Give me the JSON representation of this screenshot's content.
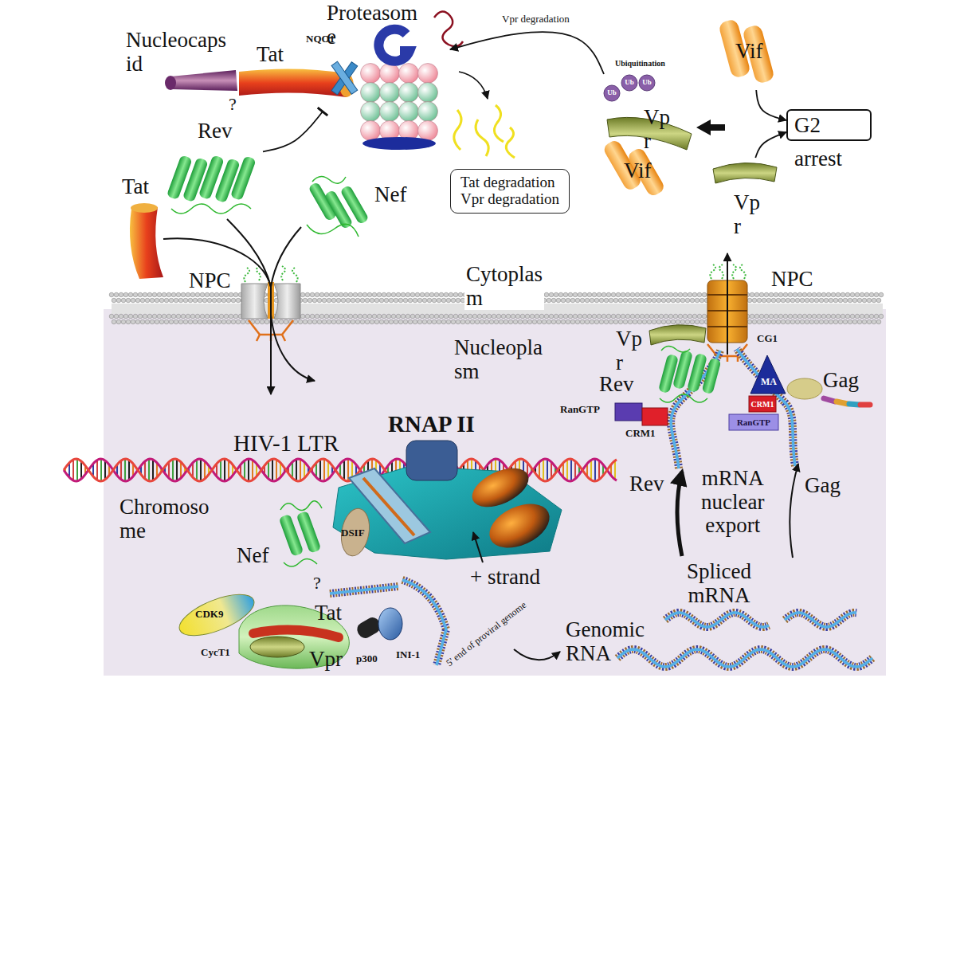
{
  "diagram": {
    "nodes": [
      {
        "text": [
          "Proteasom e"
        ]
      },
      {
        "text": [
          "Rev"
        ]
      },
      {
        "text": [
          "Tat degradation",
          "Vpr degradation"
        ]
      },
      {
        "text": [
          "Vp r",
          "Vif"
        ]
      },
      {
        "text": [
          "Vif"
        ]
      },
      {
        "text": [
          "G2",
          "arrest"
        ]
      },
      {
        "text": [
          "Vp r"
        ]
      }
    ],
    "edges": [
      {
        "from": 3,
        "to": 0,
        "label": "Vpr degradation",
        "arrow": "to"
      },
      {
        "from": 1,
        "to": 0,
        "arrow": "to"
      },
      {
        "from": 4,
        "to": 5,
        "arrow": "to"
      },
      {
        "from": 6,
        "to": 5,
        "arrow": "to"
      }
    ],
    "labels": [
      "Nucleocaps id",
      "?",
      "Tat",
      "NQO1",
      "Tat",
      "Nef",
      "Ubiquitination",
      "Ub",
      "Ub",
      "Ub",
      "NPC",
      "Cytoplas m",
      "NPC",
      "Nucleopla sm",
      "CG1",
      "Vp r",
      "Rev",
      "MA",
      "Gag",
      "RanGTP",
      "CRM1",
      "CRM1",
      "RanGTP",
      "RNAP II",
      "HIV-1 LTR",
      "Rev",
      "mRNA nuclear export",
      "Gag",
      "Chromoso me",
      "DSIF",
      "Nef",
      "?",
      "+ strand",
      "Spliced mRNA",
      "Tat",
      "CDK9",
      "Genomic RNA",
      "CycT1",
      "Vpr",
      "p300",
      "INI-1",
      "5' end of proviral genome"
    ]
  }
}
